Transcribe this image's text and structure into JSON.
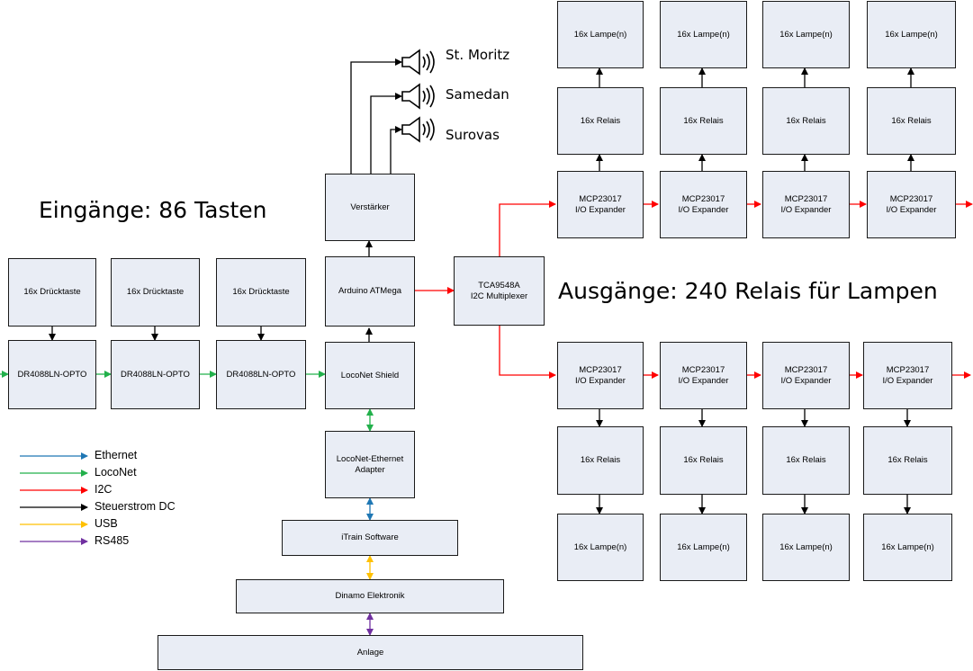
{
  "titles": {
    "inputs": "Eingänge: 86 Tasten",
    "outputs": "Ausgänge: 240 Relais für Lampen"
  },
  "speakers": [
    "St. Moritz",
    "Samedan",
    "Surovas"
  ],
  "boxes": {
    "taste1": "16x Drücktaste",
    "taste2": "16x Drücktaste",
    "taste3": "16x Drücktaste",
    "opto1": "DR4088LN-OPTO",
    "opto2": "DR4088LN-OPTO",
    "opto3": "DR4088LN-OPTO",
    "verstaerker": "Verstärker",
    "arduino": "Arduino ATMega",
    "shield": "LocoNet Shield",
    "adapter": "LocoNet-Ethernet\nAdapter",
    "itrain": "iTrain Software",
    "dinamo": "Dinamo Elektronik",
    "anlage": "Anlage",
    "tca": "TCA9548A\nI2C Multiplexer",
    "top_lamp": [
      "16x Lampe(n)",
      "16x Lampe(n)",
      "16x Lampe(n)",
      "16x Lampe(n)"
    ],
    "top_relais": [
      "16x Relais",
      "16x Relais",
      "16x Relais",
      "16x Relais"
    ],
    "top_mcp": [
      "MCP23017\nI/O Expander",
      "MCP23017\nI/O Expander",
      "MCP23017\nI/O Expander",
      "MCP23017\nI/O Expander"
    ],
    "bot_mcp": [
      "MCP23017\nI/O Expander",
      "MCP23017\nI/O Expander",
      "MCP23017\nI/O Expander",
      "MCP23017\nI/O Expander"
    ],
    "bot_relais": [
      "16x Relais",
      "16x Relais",
      "16x Relais",
      "16x Relais"
    ],
    "bot_lamp": [
      "16x Lampe(n)",
      "16x Lampe(n)",
      "16x Lampe(n)",
      "16x Lampe(n)"
    ]
  },
  "legend": [
    {
      "label": "Ethernet",
      "color": "#1f77b4"
    },
    {
      "label": "LocoNet",
      "color": "#22b04b"
    },
    {
      "label": "I2C",
      "color": "#ff0000"
    },
    {
      "label": "Steuerstrom DC",
      "color": "#000000"
    },
    {
      "label": "USB",
      "color": "#ffc000"
    },
    {
      "label": "RS485",
      "color": "#7030a0"
    }
  ],
  "colors": {
    "ethernet": "#1f77b4",
    "loconet": "#22b04b",
    "i2c": "#ff0000",
    "dc": "#000000",
    "usb": "#ffc000",
    "rs485": "#7030a0",
    "box_fill": "#e9edf5"
  }
}
